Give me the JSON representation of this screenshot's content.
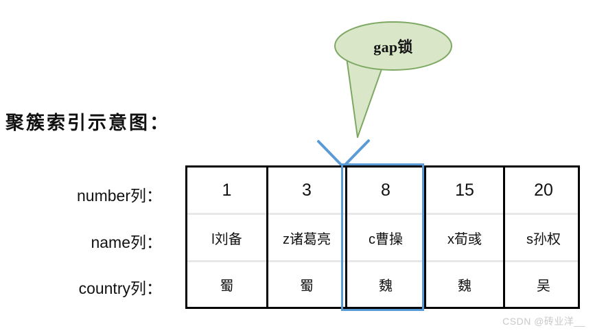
{
  "callout": {
    "label": "gap锁",
    "bubble_fill": "#d9e6c8",
    "bubble_stroke": "#7da862",
    "pointer_color": "#5b9bd5"
  },
  "title": "聚簇索引示意图：",
  "row_labels": [
    {
      "id": "number",
      "text": "number列："
    },
    {
      "id": "name",
      "text": "name列："
    },
    {
      "id": "country",
      "text": "country列："
    }
  ],
  "table": {
    "border_color": "#000000",
    "separator_color": "#e8e8e8",
    "highlight_color": "#5b9bd5",
    "highlighted_column_index": 2,
    "columns": [
      {
        "number": "1",
        "name": "l刘备",
        "country": "蜀"
      },
      {
        "number": "3",
        "name": "z诸葛亮",
        "country": "蜀"
      },
      {
        "number": "8",
        "name": "c曹操",
        "country": "魏"
      },
      {
        "number": "15",
        "name": "x荀彧",
        "country": "魏"
      },
      {
        "number": "20",
        "name": "s孙权",
        "country": "吴"
      }
    ]
  },
  "watermark": "CSDN @砖业洋__"
}
